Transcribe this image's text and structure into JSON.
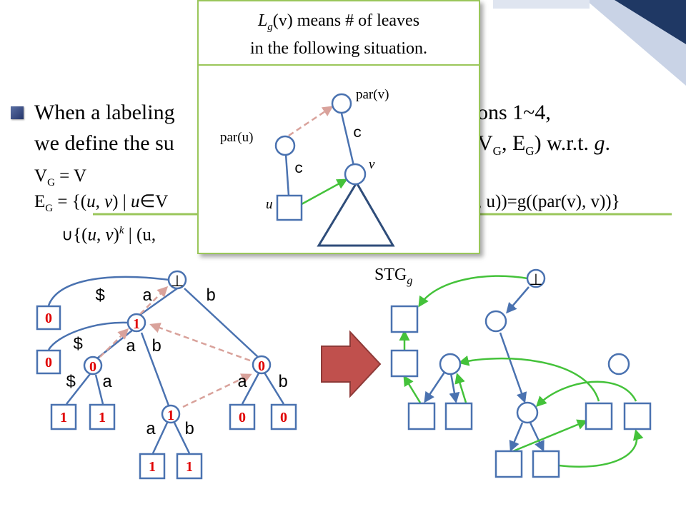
{
  "colors": {
    "node_stroke": "#4a72b0",
    "tree_edge": "#4a72b0",
    "label_red": "#e00000",
    "green_arrow": "#44c23a",
    "dashed_arrow": "#d9a29b",
    "underline": "#9ac65a",
    "big_arrow": "#c0504d",
    "corner_dark": "#1f3864",
    "corner_light": "#c9d3e6"
  },
  "bullet": {
    "line1_left": "When a labeling",
    "line1_right": "ons 1~4,",
    "line2_left": "we define the su",
    "line2_right_a": "V",
    "line2_right_sub1": "G",
    "line2_right_b": ", E",
    "line2_right_sub2": "G",
    "line2_right_c": ") w.r.t. ",
    "line2_right_g": "g",
    "line2_right_dot": "."
  },
  "defs": {
    "vg_V": "V",
    "vg_sub": "G",
    "vg_eq": " = V",
    "eg_E": "E",
    "eg_sub": "G",
    "eg_eq": " = {(",
    "eg_u": "u",
    "eg_comma": ", ",
    "eg_v": "v",
    "eg_mid": ") | ",
    "eg_u2": "u",
    "eg_in": "∈V",
    "eg_right": ", u))=g((par(v), v))}",
    "union_sym": "∪",
    "union_text_a": "{(",
    "union_u": "u",
    "union_comma": ", ",
    "union_v": "v",
    "union_close": ")",
    "union_k": "k",
    "union_rest": " | (u,"
  },
  "popup": {
    "line1_L": "L",
    "line1_sub": "g",
    "line1_rest": "(v) means # of leaves",
    "line2": "in the following situation.",
    "par_v": "par(v)",
    "par_u": "par(u)",
    "c_top": "c",
    "c_left": "c",
    "v_label": "v",
    "u_label": "u"
  },
  "left_tree": {
    "root_symbol": "⊥",
    "edge_labels": [
      "$",
      "a",
      "b",
      "$",
      "a",
      "b",
      "$",
      "a",
      "a",
      "b",
      "a",
      "b"
    ],
    "node_values": [
      "1",
      "0",
      "0",
      "1"
    ],
    "box_values": [
      "0",
      "0",
      "1",
      "1",
      "0",
      "0",
      "1",
      "1"
    ]
  },
  "right_graph": {
    "title_main": "STG",
    "title_sub": "g",
    "root_symbol": "⊥"
  }
}
